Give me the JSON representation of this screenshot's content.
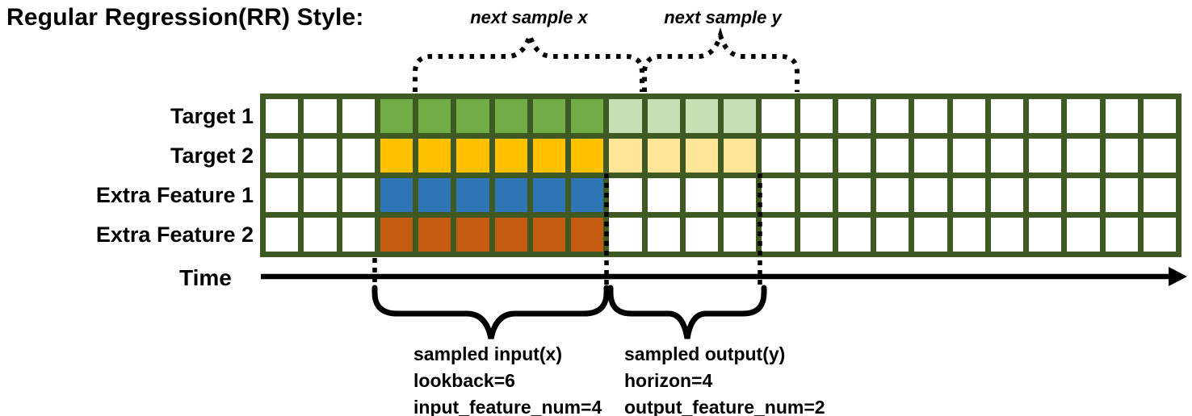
{
  "title": "Regular Regression(RR) Style:",
  "palette": {
    "grid_line": "#3E5A22",
    "cell_empty": "#FFFFFF",
    "target1": "#70AD47",
    "target1_light": "#C5E0B4",
    "target2": "#FFC000",
    "target2_light": "#FFE699",
    "extra1": "#2E75B6",
    "extra2": "#C55A11",
    "annotation_ink": "#000000"
  },
  "grid": {
    "columns": 24,
    "rows": [
      {
        "label": "Target 1",
        "segments": [
          {
            "start": 3,
            "count": 6,
            "color_key": "target1"
          },
          {
            "start": 9,
            "count": 4,
            "color_key": "target1_light"
          }
        ]
      },
      {
        "label": "Target 2",
        "segments": [
          {
            "start": 3,
            "count": 6,
            "color_key": "target2"
          },
          {
            "start": 9,
            "count": 4,
            "color_key": "target2_light"
          }
        ]
      },
      {
        "label": "Extra Feature 1",
        "segments": [
          {
            "start": 3,
            "count": 6,
            "color_key": "extra1"
          }
        ]
      },
      {
        "label": "Extra Feature 2",
        "segments": [
          {
            "start": 3,
            "count": 6,
            "color_key": "extra2"
          }
        ]
      }
    ]
  },
  "annotations": {
    "next_sample_x": "next sample x",
    "next_sample_y": "next sample y",
    "time_label": "Time",
    "input_block": {
      "line1": "sampled input(x)",
      "line2": "lookback=6",
      "line3": "input_feature_num=4"
    },
    "output_block": {
      "line1": "sampled output(y)",
      "line2": "horizon=4",
      "line3": "output_feature_num=2"
    }
  }
}
